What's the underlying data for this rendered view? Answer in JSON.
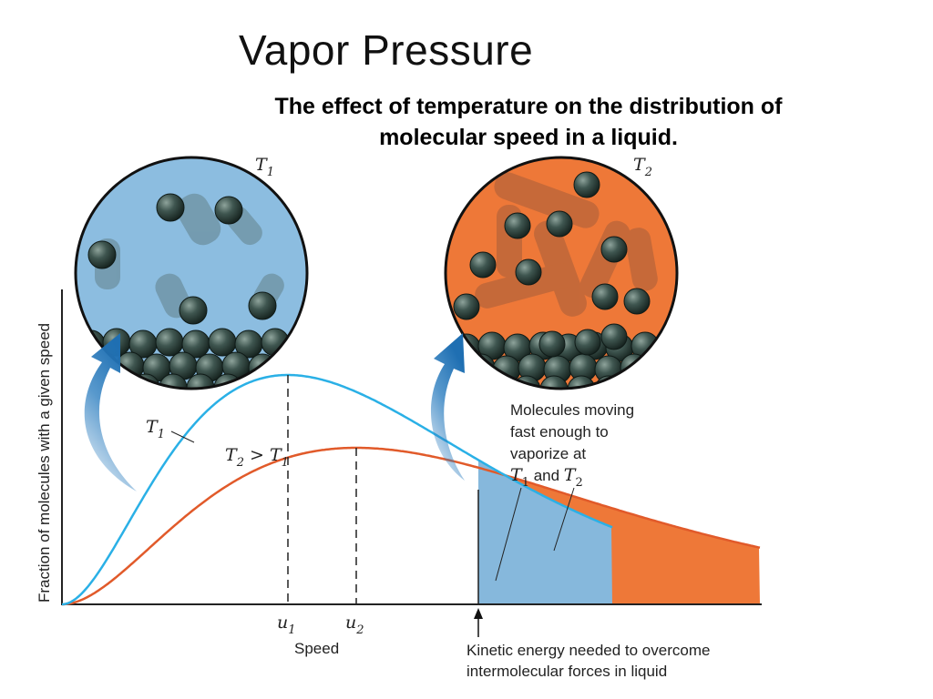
{
  "title": "Vapor Pressure",
  "subtitle_line1": "The effect of temperature on the distribution of",
  "subtitle_line2": "molecular speed in a liquid.",
  "y_axis_label": "Fraction of molecules with a given speed",
  "x_axis_label": "Speed",
  "circle_left": {
    "label": "T",
    "sub": "1",
    "fill": "#8cbde0"
  },
  "circle_right": {
    "label": "T",
    "sub": "2",
    "fill": "#ee7838"
  },
  "curve_t1": {
    "label": "T",
    "sub": "1",
    "color": "#2ab0e6"
  },
  "curve_t2": {
    "label": "T",
    "sub": "2",
    "rest": " > T",
    "sub2": "1",
    "color": "#e15a2a"
  },
  "u1": {
    "label": "u",
    "sub": "1"
  },
  "u2": {
    "label": "u",
    "sub": "2"
  },
  "fast_molecules": {
    "line1": "Molecules moving",
    "line2": "fast enough to",
    "line3": "vaporize at",
    "t1": "T",
    "t1_sub": "1",
    "and": " and ",
    "t2": "T",
    "t2_sub": "2"
  },
  "kinetic_energy": {
    "line1": "Kinetic energy needed to overcome",
    "line2": "intermolecular forces in liquid"
  }
}
